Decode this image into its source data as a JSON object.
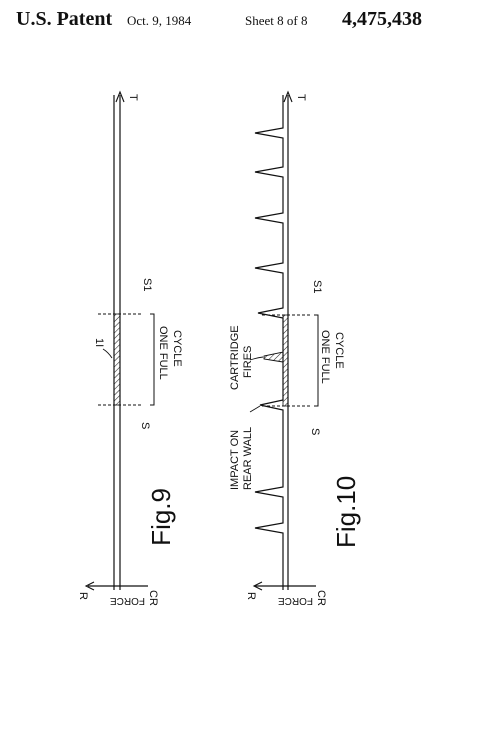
{
  "header": {
    "title": "U.S. Patent",
    "date": "Oct. 9, 1984",
    "sheet": "Sheet 8 of 8",
    "patent_number": "4,475,438"
  },
  "fig9": {
    "caption": "Fig.9",
    "time_axis": "T",
    "axis_r": "R",
    "axis_force": "FORCE",
    "axis_cr": "CR",
    "ref_numeral": "1I",
    "mark_s": "S",
    "mark_s1": "S1",
    "cycle_line1": "ONE FULL",
    "cycle_line2": "CYCLE"
  },
  "fig10": {
    "caption": "Fig.10",
    "time_axis": "T",
    "axis_r": "R",
    "axis_force": "FORCE",
    "axis_cr": "CR",
    "mark_s": "S",
    "mark_s1": "S1",
    "cycle_line1": "ONE FULL",
    "cycle_line2": "CYCLE",
    "impact_line1": "IMPACT ON",
    "impact_line2": "REAR WALL",
    "cartridge_line1": "CARTRIDGE",
    "cartridge_line2": "FIRES"
  }
}
